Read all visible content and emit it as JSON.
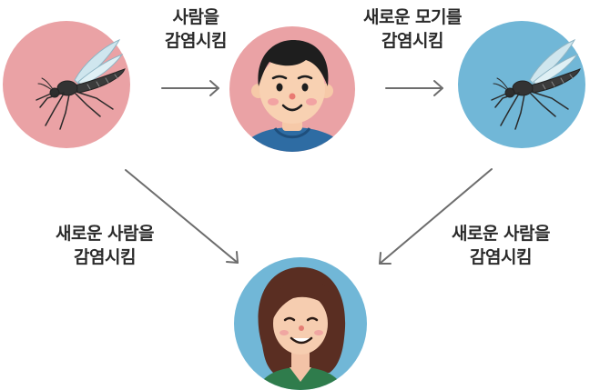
{
  "labels": {
    "top_left": {
      "line1": "사람을",
      "line2": "감염시킴"
    },
    "top_right": {
      "line1": "새로운 모기를",
      "line2": "감염시킴"
    },
    "mid_left": {
      "line1": "새로운 사람을",
      "line2": "감염시킴"
    },
    "mid_right": {
      "line1": "새로운 사람을",
      "line2": "감염시킴"
    }
  },
  "colors": {
    "pink_circle": "#eaa2a5",
    "blue_circle": "#71b7d7",
    "arrow": "#6d6d6d",
    "text": "#2b2b2b"
  },
  "icons": [
    "mosquito-icon",
    "boy-icon",
    "mosquito-icon",
    "woman-icon"
  ]
}
